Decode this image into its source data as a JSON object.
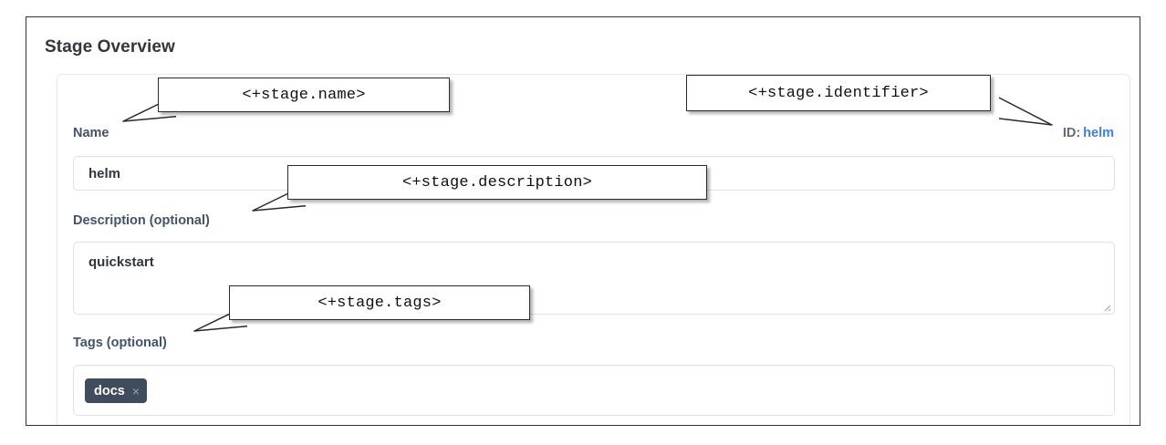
{
  "page": {
    "title": "Stage Overview"
  },
  "stage_form": {
    "name": {
      "label": "Name",
      "value": "helm",
      "placeholder": ""
    },
    "description": {
      "label": "Description (optional)",
      "value": "quickstart",
      "placeholder": ""
    },
    "tags": {
      "label": "Tags (optional)",
      "placeholder": "",
      "chips": [
        {
          "text": "docs",
          "remove_icon": "×"
        }
      ]
    },
    "identifier": {
      "key": "ID:",
      "value": "helm"
    }
  },
  "annotations": [
    {
      "text": "<+stage.name>"
    },
    {
      "text": "<+stage.identifier>"
    },
    {
      "text": "<+stage.description>"
    },
    {
      "text": "<+stage.tags>"
    }
  ],
  "colors": {
    "frame_border": "#333333",
    "card_border": "#e7e9ed",
    "input_border": "#dfe3e8",
    "label_text": "#41546b",
    "title_text": "#32373c",
    "identifier_link": "#3c81f0",
    "identifier_key": "#5d6b7d",
    "chip_background": "#3f4c5e",
    "chip_text": "#ffffff",
    "chip_close": "#97a4b4",
    "callout_border": "#2a2a2a",
    "callout_background": "#ffffff",
    "callout_text": "#101010"
  }
}
